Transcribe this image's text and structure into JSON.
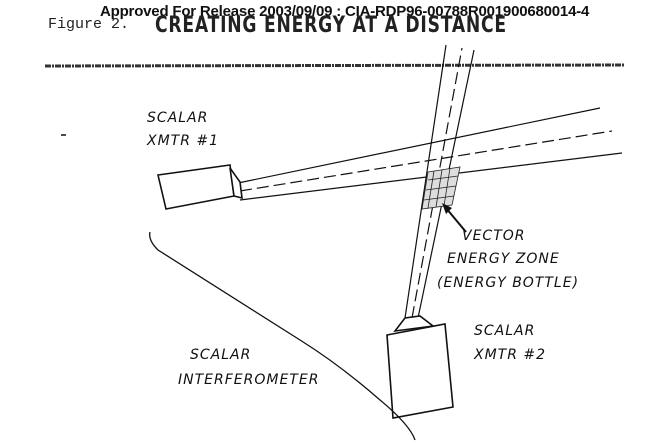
{
  "header": {
    "approval_stamp": "Approved For Release 2003/09/09 : CIA-RDP96-00788R001900680014-4",
    "figure_label": "Figure 2.",
    "title": "CREATING ENERGY AT A DISTANCE"
  },
  "diagram": {
    "transmitter_1": [
      "SCALAR",
      "XMTR #1"
    ],
    "transmitter_2": [
      "SCALAR",
      "XMTR #2"
    ],
    "zone": [
      "VECTOR",
      "ENERGY ZONE",
      "(ENERGY BOTTLE)"
    ],
    "interferometer": [
      "SCALAR",
      "INTERFEROMETER"
    ]
  }
}
